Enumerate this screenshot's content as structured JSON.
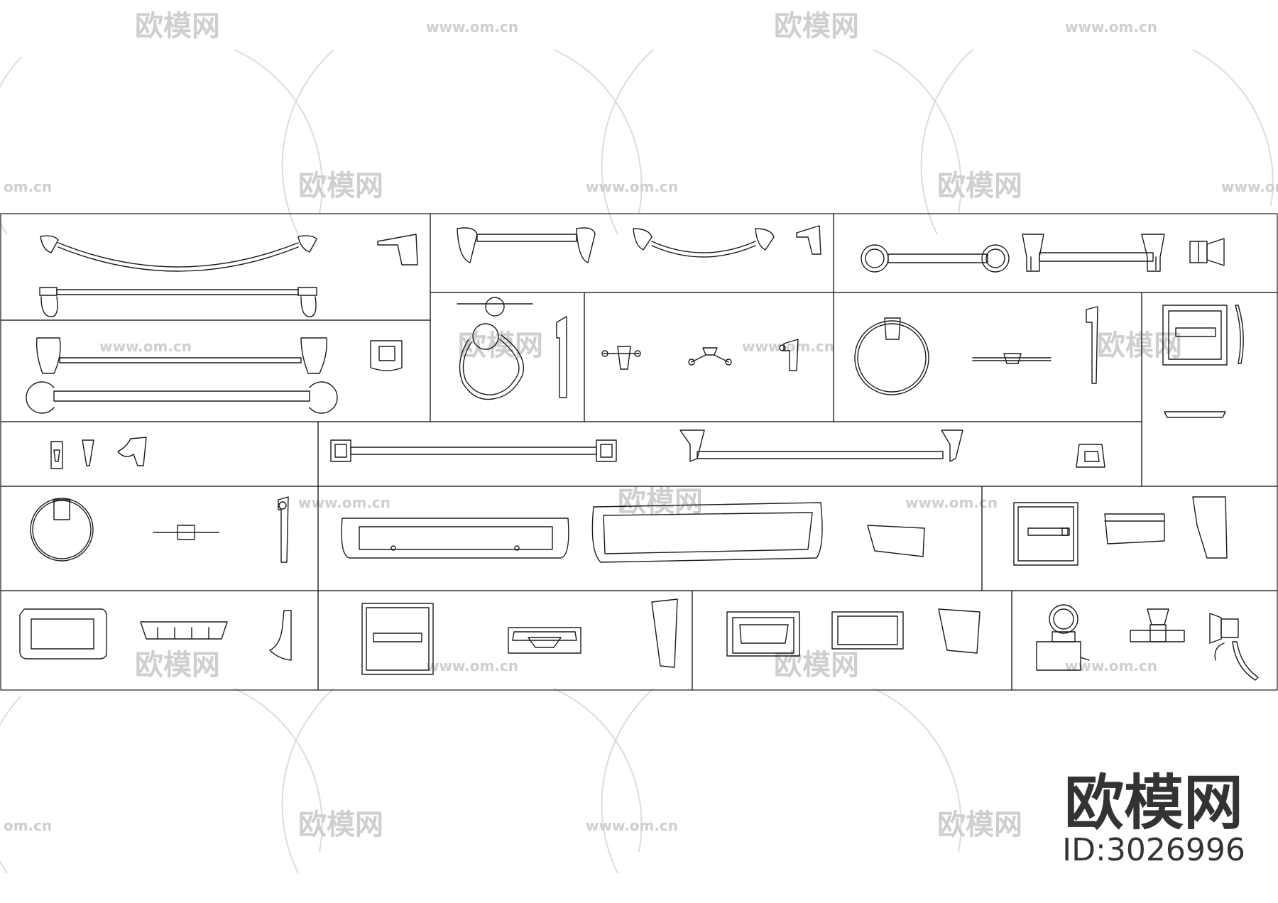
{
  "watermark": {
    "brand": "欧模网",
    "url": "www.om.cn",
    "url_short": "om.cn"
  },
  "brand_mark": {
    "name": "欧模网",
    "id_label": "ID:3026996"
  },
  "colors": {
    "line": "#1a1a1a",
    "watermark": "#c8c8c8",
    "background": "#ffffff"
  }
}
